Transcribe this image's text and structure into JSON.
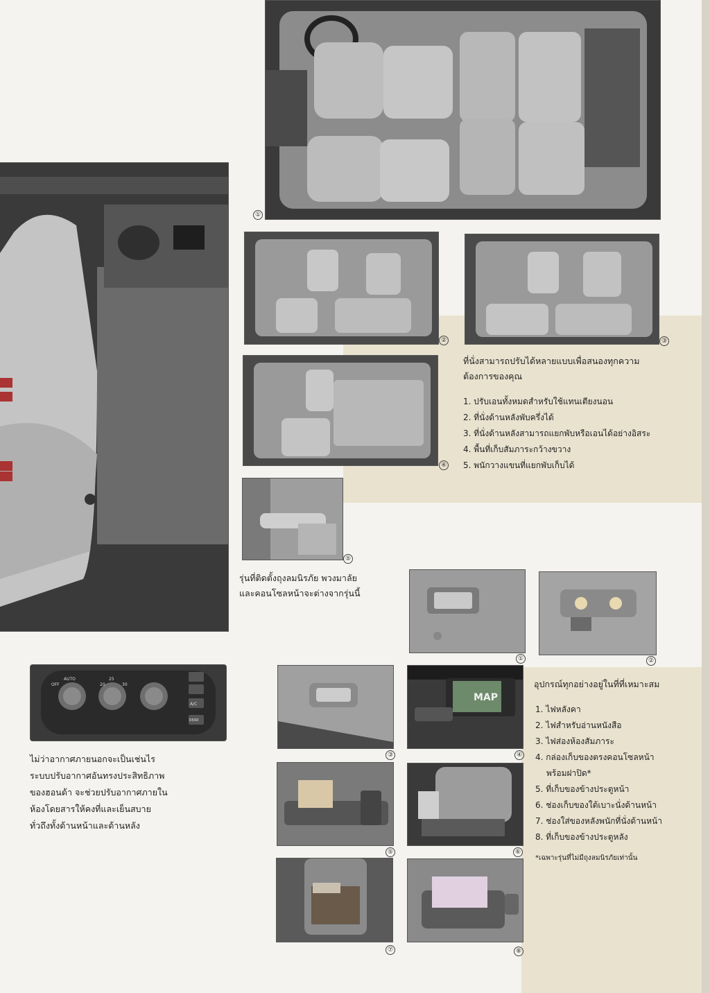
{
  "seats": {
    "caption_line1": "ที่นั่งสามารถปรับได้หลายแบบเพื่อสนองทุกความ",
    "caption_line2": "ต้องการของคุณ",
    "items": [
      "1. ปรับเอนทั้งหมดสำหรับใช้แทนเตียงนอน",
      "2. ที่นั่งด้านหลังพับครึ่งได้",
      "3. ที่นั่งด้านหลังสามารถแยกพับหรือเอนได้อย่างอิสระ",
      "4. พื้นที่เก็บสัมภาระกว้างขวาง",
      "5. พนักวางแขนที่แยกพับเก็บได้"
    ],
    "photo_labels": [
      "①",
      "②",
      "③",
      "④",
      "⑤"
    ]
  },
  "airbag_note": {
    "line1": "รุ่นที่ติดตั้งถุงลมนิรภัย พวงมาลัย",
    "line2": "และคอนโซลหน้าจะต่างจากรุ่นนี้"
  },
  "aircon": {
    "lines": [
      "ไม่ว่าอากาศภายนอกจะเป็นเช่นไร",
      "ระบบปรับอากาศอันทรงประสิทธิภาพ",
      "ของฮอนด้า จะช่วยปรับอากาศภายใน",
      "ห้องโดยสารให้คงที่และเย็นสบาย",
      "ทั่วถึงทั้งด้านหน้าและด้านหลัง"
    ],
    "knob_labels": {
      "off": "OFF",
      "auto": "AUTO",
      "t20": "20",
      "t25": "25",
      "t30": "30",
      "ac": "A/C",
      "rear": "REAR"
    }
  },
  "equipment": {
    "title": "อุปกรณ์ทุกอย่างอยู่ในที่ที่เหมาะสม",
    "items": [
      "1. ไฟหลังคา",
      "2. ไฟสำหรับอ่านหนังสือ",
      "3. ไฟส่องห้องสัมภาระ",
      "4. กล่องเก็บของตรงคอนโซลหน้า",
      "พร้อมฝาปิด*",
      "5. ที่เก็บของข้างประตูหน้า",
      "6. ช่องเก็บของใต้เบาะนั่งด้านหน้า",
      "7. ช่องใส่ของหลังพนักที่นั่งด้านหน้า",
      "8. ที่เก็บของข้างประตูหลัง"
    ],
    "note": "*เฉพาะรุ่นที่ไม่มีถุงลมนิรภัยเท่านั้น",
    "photo_labels": [
      "①",
      "②",
      "③",
      "④",
      "⑤",
      "⑥",
      "⑦",
      "⑧"
    ],
    "map_text": "MAP"
  }
}
